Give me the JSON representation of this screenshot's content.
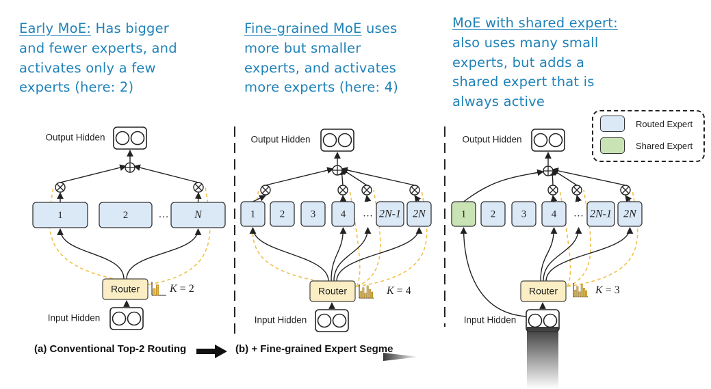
{
  "colors": {
    "annotation": "#1f82b8",
    "routed_expert": "#dbe8f6",
    "shared_expert": "#c9e3b5",
    "router": "#fbeec4",
    "routing_line": "#f2c04a"
  },
  "annotations": [
    {
      "highlight": "Early MoE:",
      "text": " Has bigger\nand fewer experts, and\nactivates only a few\nexperts (here: 2)"
    },
    {
      "highlight": "Fine-grained MoE",
      "text": " uses\nmore but smaller\nexperts, and activates\nmore experts (here: 4)"
    },
    {
      "highlight": "MoE with shared expert:",
      "text": "\nalso uses many small\nexperts, but adds a\nshared expert that is\nalways active"
    }
  ],
  "legend": {
    "routed_label": "Routed Expert",
    "shared_label": "Shared Expert"
  },
  "panels": [
    {
      "output_label": "Output Hidden",
      "input_label": "Input Hidden",
      "router_label": "Router",
      "k_label": "K = 2",
      "experts": [
        "1",
        "2",
        "…",
        "N"
      ]
    },
    {
      "output_label": "Output Hidden",
      "input_label": "Input Hidden",
      "router_label": "Router",
      "k_label": "K = 4",
      "experts": [
        "1",
        "2",
        "3",
        "4",
        "…",
        "2N-1",
        "2N"
      ]
    },
    {
      "output_label": "Output Hidden",
      "input_label": "Input Hidden",
      "router_label": "Router",
      "k_label": "K = 3",
      "experts": [
        "1",
        "2",
        "3",
        "4",
        "…",
        "2N-1",
        "2N"
      ]
    }
  ],
  "captions": {
    "a": "(a) Conventional Top-2 Routing",
    "b": "(b) + Fine-grained Expert Segme"
  }
}
